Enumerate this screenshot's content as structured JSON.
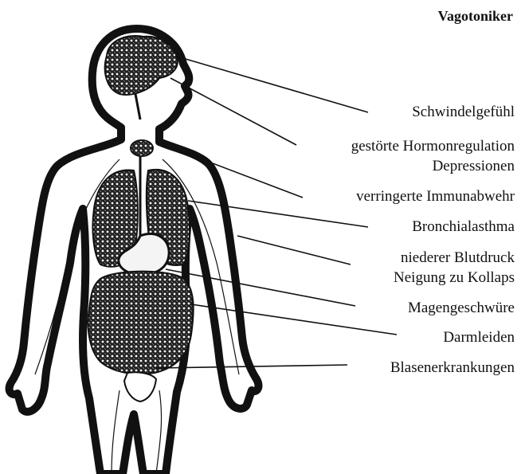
{
  "title": "Vagotoniker",
  "labels": [
    "Schwindelgefühl",
    "gestörte Hormonregulation",
    "Depressionen",
    "verringerte Immunabwehr",
    "Bronchialasthma",
    "niederer Blutdruck",
    "Neigung zu Kollaps",
    "Magengeschwüre",
    "Darmleiden",
    "Blasenerkrankungen"
  ],
  "colors": {
    "ink": "#111111",
    "organ_fill": "#2a2a2a",
    "background": "#ffffff"
  }
}
